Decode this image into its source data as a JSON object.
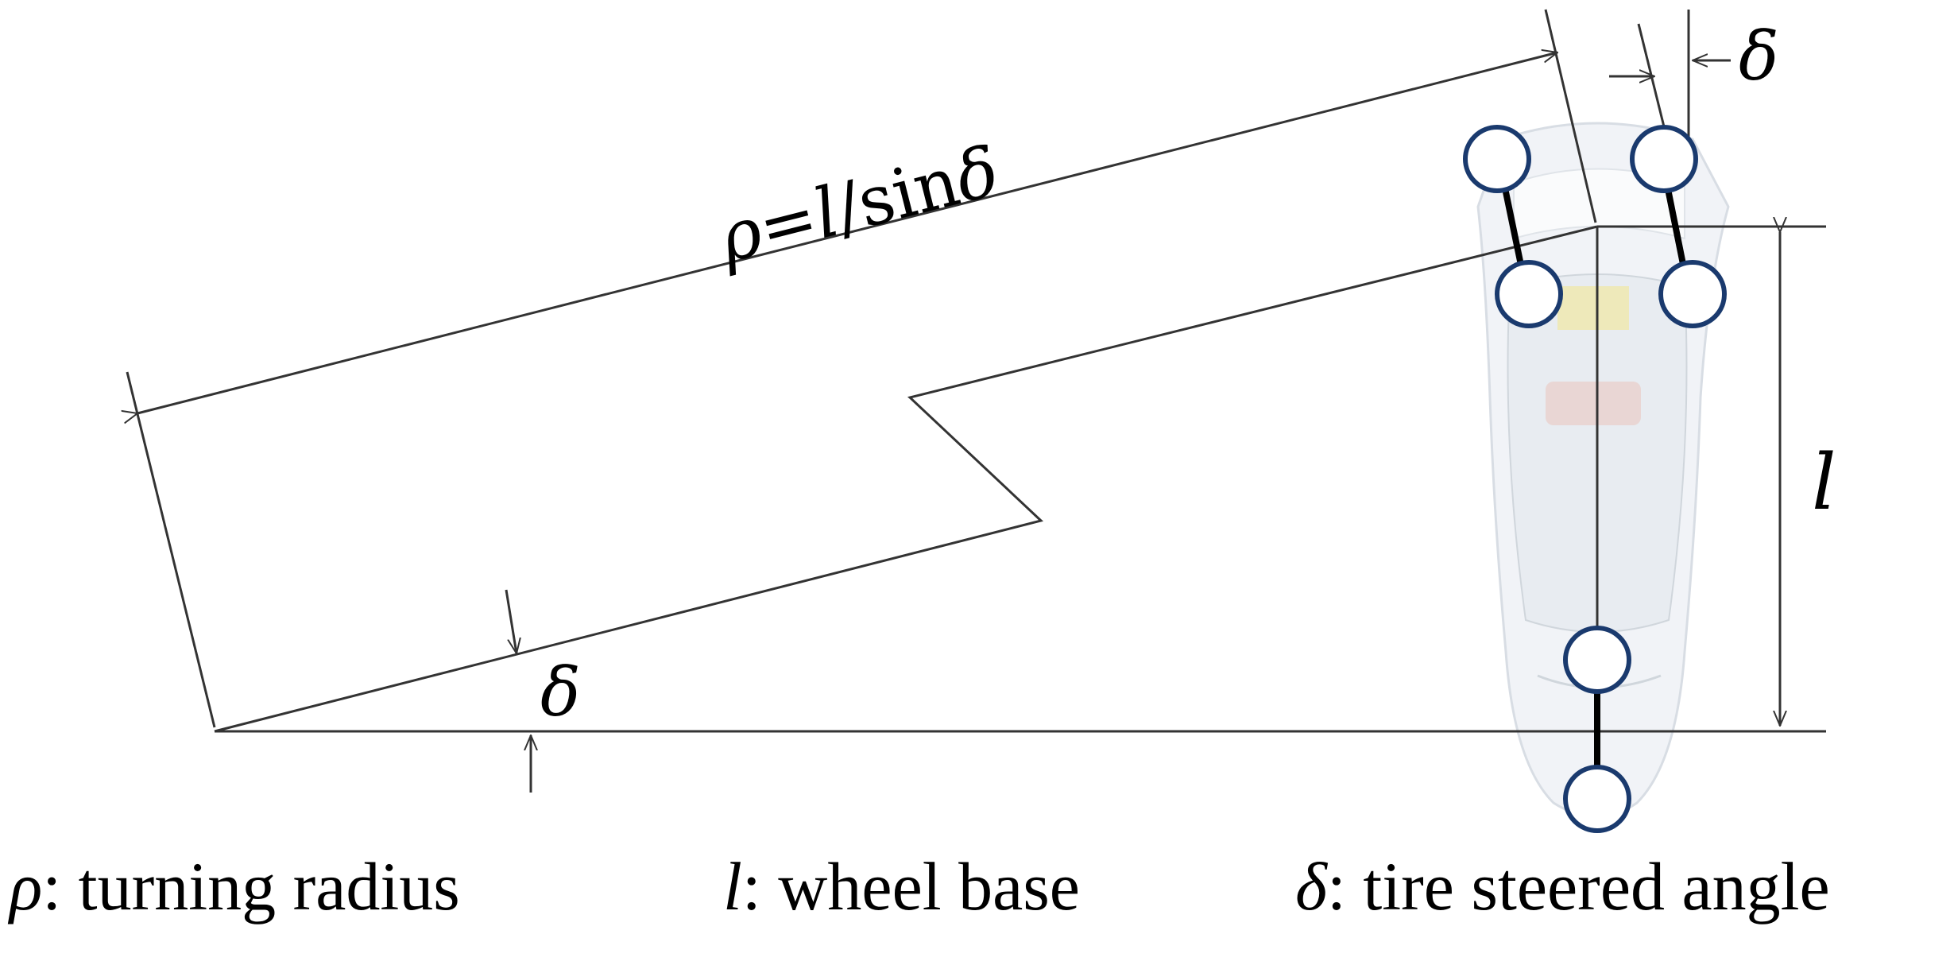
{
  "diagram": {
    "formula": {
      "rho": "ρ",
      "equals": "=",
      "l": "l",
      "slash": "/",
      "sin": "sin",
      "delta": "δ"
    },
    "angle_label_bottom": "δ",
    "angle_label_top": "δ",
    "wheelbase_label": "l",
    "legend": [
      {
        "symbol": "ρ",
        "text": ": turning radius"
      },
      {
        "symbol": "l",
        "text": ": wheel base"
      },
      {
        "symbol": "δ",
        "text": ": tire steered angle"
      }
    ],
    "colors": {
      "line": "#333333",
      "wheel_stroke": "#1a3a6e",
      "wheel_fill": "#ffffff",
      "vehicle_body": "#e8edf2"
    }
  }
}
